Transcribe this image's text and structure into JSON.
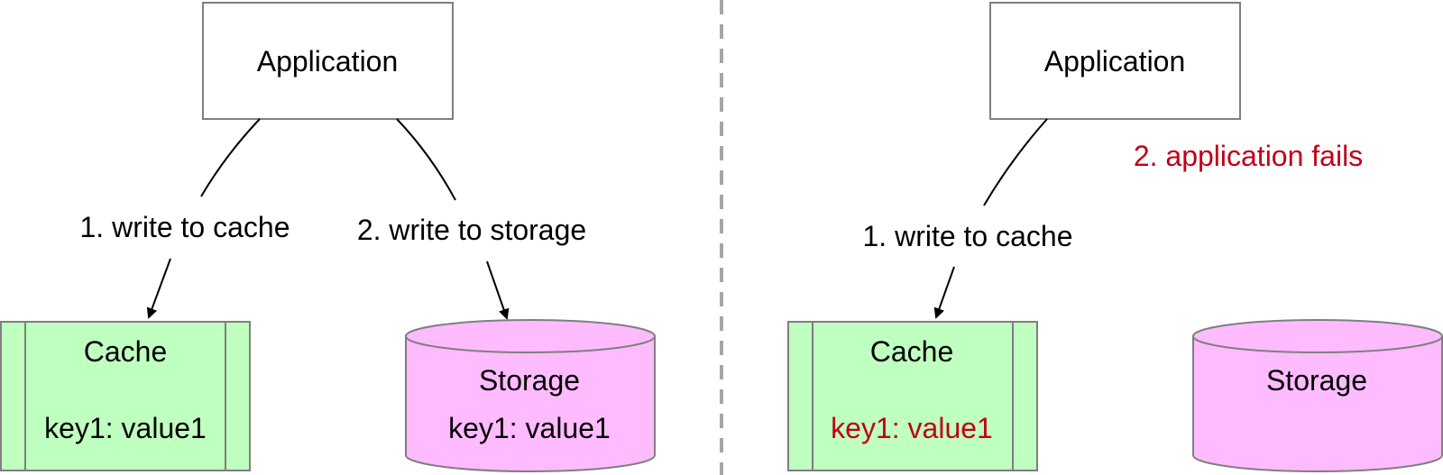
{
  "colors": {
    "box_border": "#7f7f7f",
    "cache_fill": "#bfffc0",
    "storage_fill": "#ffbbff",
    "divider": "#a6a6a6",
    "failure_text": "#c00018",
    "text": "#000000"
  },
  "left": {
    "application": "Application",
    "step1": "1. write to cache",
    "step2": "2. write to storage",
    "cache": {
      "title": "Cache",
      "entry": "key1: value1"
    },
    "storage": {
      "title": "Storage",
      "entry": "key1: value1"
    }
  },
  "right": {
    "application": "Application",
    "failure": "2. application fails",
    "step1": "1. write to cache",
    "cache": {
      "title": "Cache",
      "entry": "key1: value1"
    },
    "storage": {
      "title": "Storage"
    }
  }
}
